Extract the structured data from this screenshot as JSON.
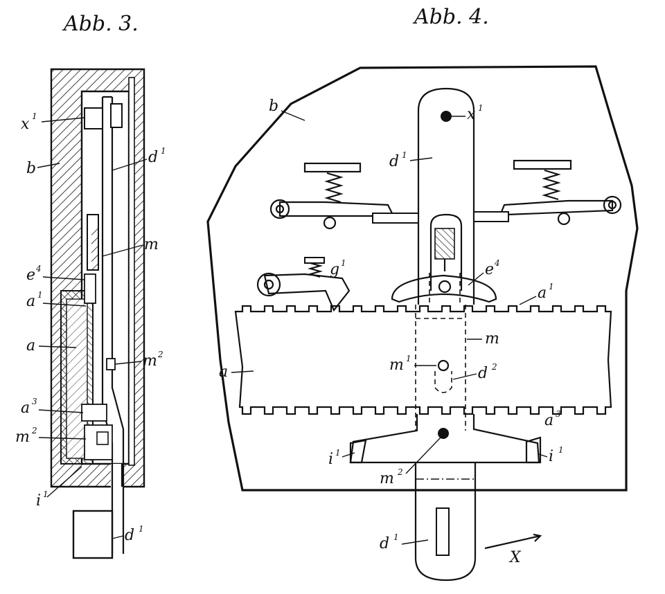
{
  "figures": [
    {
      "title": "Abb. 3.",
      "labels": {
        "x": "x",
        "x_sub": "1",
        "b": "b",
        "d1": "d",
        "d1_sub": "1",
        "m": "m",
        "e": "e",
        "e_sub": "4",
        "a1": "a",
        "a1_sub": "1",
        "a": "a",
        "m2_right": "m",
        "m2_right_sub": "2",
        "a3": "a",
        "a3_sub": "3",
        "m2_left": "m",
        "m2_left_sub": "2",
        "i": "i",
        "i_sub": "1",
        "d1_bottom": "d",
        "d1_bottom_sub": "1"
      }
    },
    {
      "title": "Abb. 4.",
      "labels": {
        "b": "b",
        "x1": "x",
        "x1_sub": "1",
        "d1_top": "d",
        "d1_top_sub": "1",
        "g": "g",
        "g_sub": "1",
        "e": "e",
        "e_sub": "4",
        "a1": "a",
        "a1_sub": "1",
        "m": "m",
        "a": "a",
        "m1": "m",
        "m1_sub": "1",
        "d2": "d",
        "d2_sub": "2",
        "a3": "a",
        "a3_sub": "3",
        "i_left": "i",
        "i_left_sub": "1",
        "i_right": "i",
        "i_right_sub": "1",
        "m2": "m",
        "m2_sub": "2",
        "d1_bottom": "d",
        "d1_bottom_sub": "1",
        "X": "X"
      }
    }
  ]
}
